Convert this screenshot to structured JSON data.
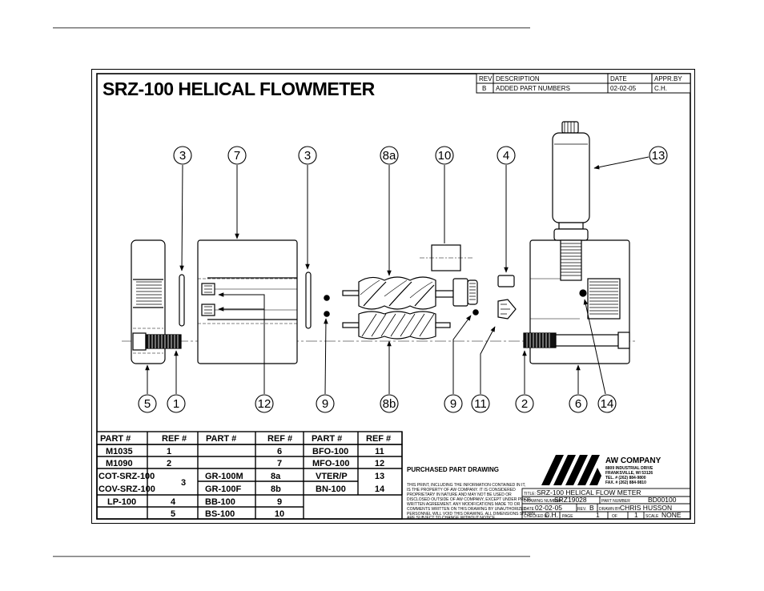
{
  "title": "SRZ-100 HELICAL FLOWMETER",
  "revision_block": {
    "headers": [
      "REV",
      "DESCRIPTION",
      "DATE",
      "APPR.BY"
    ],
    "rows": [
      [
        "B",
        "ADDED PART NUMBERS",
        "02-02-05",
        "C.H."
      ]
    ]
  },
  "balloons": [
    "3",
    "7",
    "3",
    "8a",
    "10",
    "4",
    "13",
    "5",
    "1",
    "12",
    "9",
    "8b",
    "9",
    "11",
    "2",
    "6",
    "14"
  ],
  "parts_table": {
    "headers": [
      "PART #",
      "REF #",
      "PART #",
      "REF #",
      "PART #",
      "REF #"
    ],
    "col1": [
      {
        "part": "M1035",
        "ref": "1"
      },
      {
        "part": "M1090",
        "ref": "2"
      },
      {
        "part": "COT-SRZ-100",
        "ref": "3"
      },
      {
        "part": "COV-SRZ-100",
        "ref": ""
      },
      {
        "part": "LP-100",
        "ref": "4"
      },
      {
        "part": "",
        "ref": "5"
      }
    ],
    "col2": [
      {
        "part": "",
        "ref": "6"
      },
      {
        "part": "",
        "ref": "7"
      },
      {
        "part": "GR-100M",
        "ref": "8a"
      },
      {
        "part": "GR-100F",
        "ref": "8b"
      },
      {
        "part": "BB-100",
        "ref": "9"
      },
      {
        "part": "BS-100",
        "ref": "10"
      }
    ],
    "col3": [
      {
        "part": "BFO-100",
        "ref": "11"
      },
      {
        "part": "MFO-100",
        "ref": "12"
      },
      {
        "part": "VTER/P",
        "ref": "13"
      },
      {
        "part": "BN-100",
        "ref": "14"
      }
    ]
  },
  "title_block": {
    "purchased": "PURCHASED PART DRAWING",
    "notice_lines": [
      "THIS PRINT, INCLUDING THE INFORMATION CONTAINED IN IT,",
      "IS THE PROPERTY OF AW COMPANY. IT IS CONSIDERED",
      "PROPRIETARY IN NATURE AND MAY NOT BE USED OR",
      "DISCLOSED OUTSIDE OF AW COMPANY, EXCEPT UNDER PRIOR",
      "WRITTEN AGREEMENT. ANY MODIFICATIONS MADE TO OR",
      "COMMENTS WRITTEN ON THIS DRAWING BY UNAUTHORIZED",
      "PERSONNEL WILL VOID THIS DRAWING. ALL DIMENSIONS SHOWN",
      "ARE SUBJECT TO CHANGE WITHOUT NOTICE."
    ],
    "company_name": "AW COMPANY",
    "company_lines": [
      "8809 INDUSTRIAL DRIVE",
      "FRANKSVILLE, WI 53126",
      "TEL. # (262) 884-9800",
      "FAX. # (262) 884-9810"
    ],
    "title_label": "TITLE:",
    "title_value": "SRZ-100 HELICAL FLOW METER",
    "drawing_label": "DRAWING NUMBER",
    "drawing_value": "SRZ19028",
    "part_label": "PART NUMBER",
    "part_value": "BD00100",
    "date_label": "DATE",
    "date_value": "02-02-05",
    "rev_label": "REV.",
    "rev_value": "B",
    "drawn_label": "DRAWN BY",
    "drawn_value": "CHRIS HUSSON",
    "checked_label": "CHECKED BY",
    "checked_value": "C.H.",
    "page_label": "PAGE",
    "page_value": "1",
    "of_label": "OF",
    "of_value": "1",
    "scale_label": "SCALE",
    "scale_value": "NONE"
  }
}
